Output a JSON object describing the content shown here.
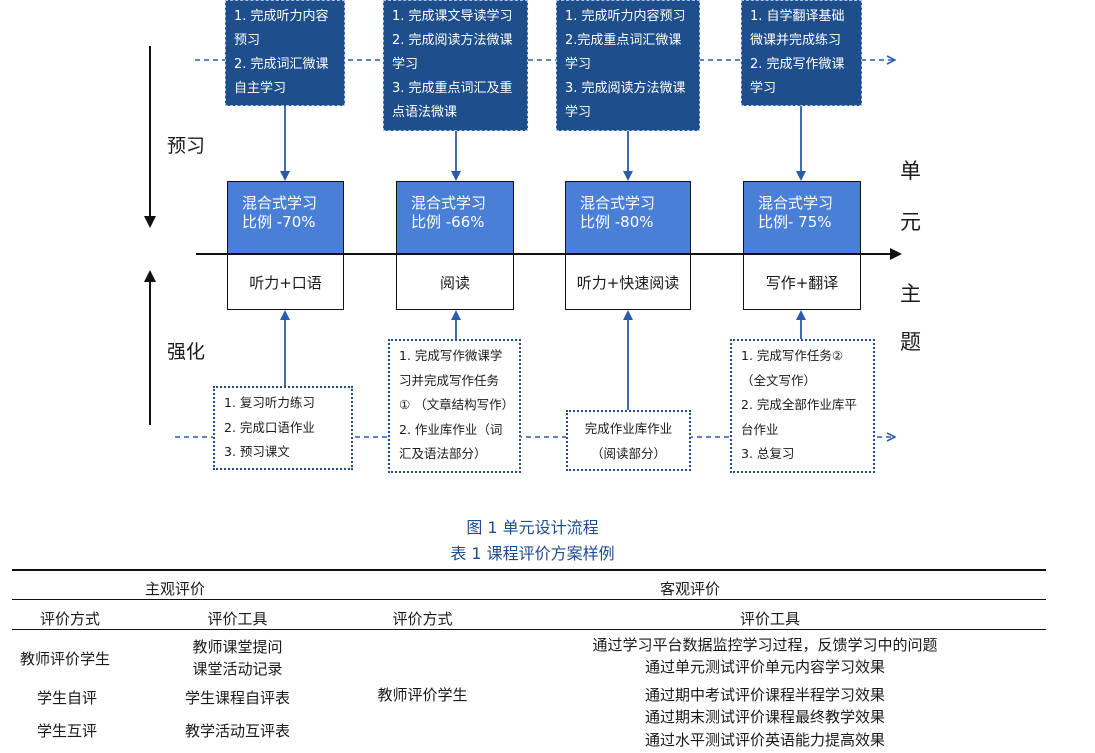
{
  "top_boxes": [
    {
      "lines": [
        "1. 完成听力内容",
        "预习",
        "2. 完成词汇微课",
        "自主学习"
      ]
    },
    {
      "lines": [
        "1. 完成课文导读学习",
        "2. 完成阅读方法微课",
        "学习",
        "3. 完成重点词汇及重",
        "点语法微课"
      ]
    },
    {
      "lines": [
        "1. 完成听力内容预习",
        "2.完成重点词汇微课",
        "学习",
        "3. 完成阅读方法微课",
        "学习"
      ]
    },
    {
      "lines": [
        "1. 自学翻译基础",
        "微课并完成练习",
        "2. 完成写作微课",
        "学习"
      ]
    }
  ],
  "blended_boxes": [
    {
      "title": "混合式学习",
      "ratio": "比例 -70%"
    },
    {
      "title": "混合式学习",
      "ratio": "比例 -66%"
    },
    {
      "title": "混合式学习",
      "ratio": "比例 -80%"
    },
    {
      "title": "混合式学习",
      "ratio": "比例- 75%"
    }
  ],
  "units": [
    "听力+口语",
    "阅读",
    "听力+快速阅读",
    "写作+翻译"
  ],
  "bottom_boxes": [
    {
      "lines": [
        "1. 复习听力练习",
        "2. 完成口语作业",
        "3. 预习课文"
      ]
    },
    {
      "lines": [
        "1. 完成写作微课学",
        "习并完成写作任务",
        "① （文章结构写作）",
        "2. 作业库作业（词",
        "汇及语法部分）"
      ]
    },
    {
      "lines": [
        "完成作业库作业",
        "（阅读部分）"
      ]
    },
    {
      "lines": [
        "1. 完成写作任务②",
        "（全文写作）",
        "2. 完成全部作业库平",
        "台作业",
        "3. 总复习"
      ]
    }
  ],
  "labels": {
    "preview": "预习",
    "strengthen": "强化",
    "axis": [
      "单",
      "元",
      "主",
      "题"
    ]
  },
  "captions": {
    "figure": "图 1 单元设计流程",
    "table": "表 1  课程评价方案样例"
  },
  "table": {
    "group_subjective": "主观评价",
    "group_objective": "客观评价",
    "col_method": "评价方式",
    "col_tool": "评价工具",
    "col_method2": "评价方式",
    "col_tool2": "评价工具",
    "subjective_rows": [
      {
        "method": "教师评价学生",
        "tools": [
          "教师课堂提问",
          "课堂活动记录"
        ]
      },
      {
        "method": "学生自评",
        "tools": [
          "学生课程自评表"
        ]
      },
      {
        "method": "学生互评",
        "tools": [
          "教学活动互评表"
        ]
      }
    ],
    "objective_method": "教师评价学生",
    "objective_tools": [
      "通过学习平台数据监控学习过程，反馈学习中的问题",
      "通过单元测试评价单元内容学习效果",
      "通过期中考试评价课程半程学习效果",
      "通过期末测试评价课程最终教学效果",
      "通过水平测试评价英语能力提高效果"
    ]
  },
  "colors": {
    "dark_blue": "#1f4e8c",
    "bright_blue": "#4a7fd8",
    "arrow_blue": "#2b5ba8"
  }
}
